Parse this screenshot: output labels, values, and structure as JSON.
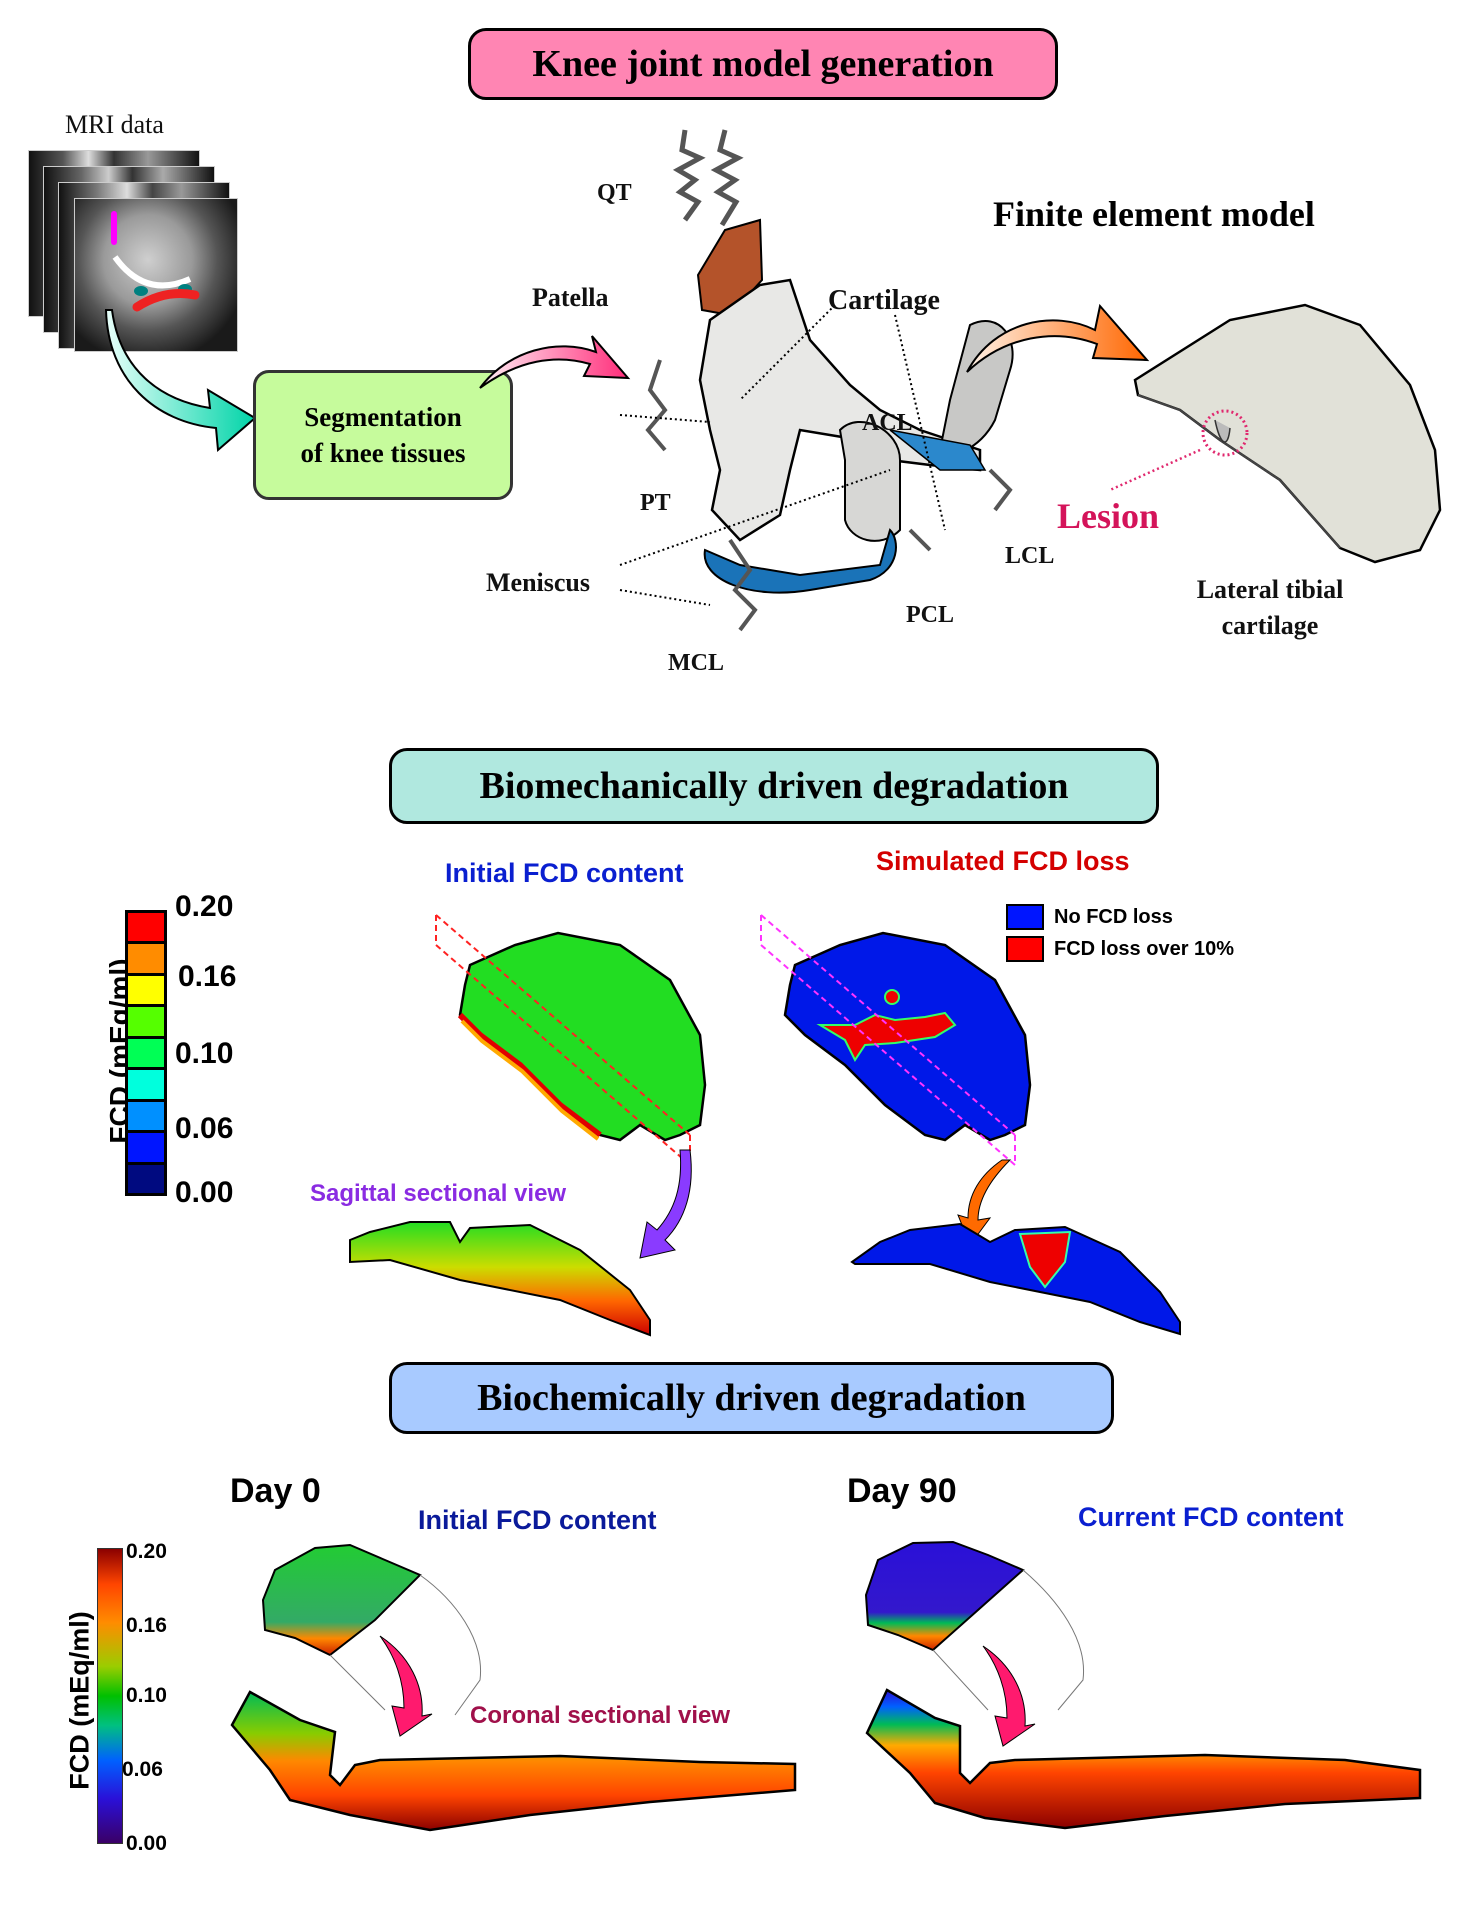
{
  "sections": {
    "knee_model": {
      "title": "Knee joint model generation",
      "color": "#ff85b3",
      "mri_label": "MRI data",
      "segmentation_box": {
        "line1": "Segmentation",
        "line2": "of knee tissues",
        "color": "#c6fb9c"
      },
      "fe_title": "Finite element model",
      "anatomy_labels": {
        "qt": "QT",
        "patella": "Patella",
        "cartilage": "Cartilage",
        "acl": "ACL",
        "pt": "PT",
        "lcl": "LCL",
        "meniscus": "Meniscus",
        "pcl": "PCL",
        "mcl": "MCL"
      },
      "lesion_label": "Lesion",
      "lesion_color": "#d4145a",
      "tibial_caption_line1": "Lateral tibial",
      "tibial_caption_line2": "cartilage"
    },
    "biomechanical": {
      "title": "Biomechanically driven degradation",
      "color": "#b0e8df",
      "initial_title": "Initial FCD content",
      "initial_color": "#0a1fd0",
      "simulated_title": "Simulated FCD loss",
      "simulated_color": "#d40000",
      "legend": [
        {
          "label": "No FCD loss",
          "color": "#0015ff"
        },
        {
          "label": "FCD loss over 10%",
          "color": "#ff0000"
        }
      ],
      "sagittal_label": "Sagittal sectional view",
      "sagittal_color": "#8a2be2",
      "colorbar": {
        "title": "FCD (mEq/ml)",
        "ticks": [
          "0.20",
          "0.16",
          "0.10",
          "0.06",
          "0.00"
        ],
        "bands": [
          "#ff0000",
          "#ff8c00",
          "#ffff00",
          "#55ff00",
          "#00ff55",
          "#00ffdd",
          "#0090ff",
          "#0015ff",
          "#000a80"
        ]
      }
    },
    "biochemical": {
      "title": "Biochemically driven degradation",
      "color": "#a8caff",
      "day0_label": "Day 0",
      "day0_subtitle": "Initial FCD content",
      "day0_subtitle_color": "#0a1a9a",
      "day90_label": "Day 90",
      "day90_subtitle": "Current FCD content",
      "day90_subtitle_color": "#0a1fd0",
      "coronal_label": "Coronal sectional view",
      "coronal_color": "#a0104a",
      "colorbar": {
        "title": "FCD (mEq/ml)",
        "ticks": [
          "0.20",
          "0.16",
          "0.10",
          "0.06",
          "0.00"
        ]
      }
    }
  }
}
